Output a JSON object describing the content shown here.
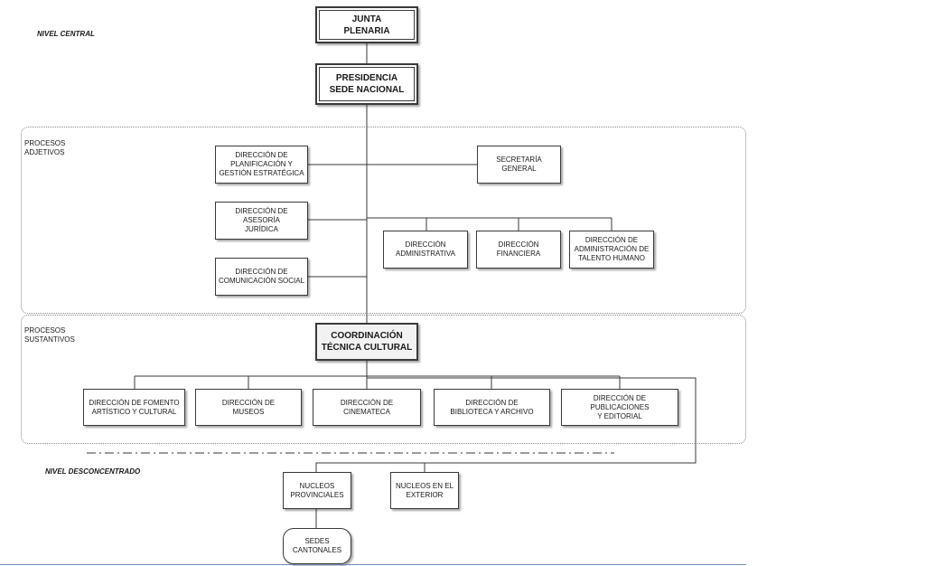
{
  "levels": {
    "central": "NIVEL CENTRAL",
    "desconcentrado": "NIVEL DESCONCENTRADO"
  },
  "regions": {
    "adjetivos": "PROCESOS\nADJETIVOS",
    "sustantivos": "PROCESOS\nSUSTANTIVOS"
  },
  "nodes": {
    "junta": "JUNTA\nPLENARIA",
    "presidencia": "PRESIDENCIA\nSEDE NACIONAL",
    "planificacion": "DIRECCIÓN DE\nPLANIFICACIÓN Y\nGESTIÓN ESTRATÉGICA",
    "secretaria": "SECRETARÍA\nGENERAL",
    "asesoria": "DIRECCIÓN DE ASESORÍA\nJURÍDICA",
    "administrativa": "DIRECCIÓN\nADMINISTRATIVA",
    "financiera": "DIRECCIÓN\nFINANCIERA",
    "talento": "DIRECCIÓN DE\nADMINISTRACIÓN DE\nTALENTO HUMANO",
    "comunicacion": "DIRECCIÓN DE\nCOMUNICACIÓN SOCIAL",
    "coordinacion": "COORDINACIÓN\nTÉCNICA CULTURAL",
    "fomento": "DIRECCIÓN DE FOMENTO\nARTÍSTICO Y CULTURAL",
    "museos": "DIRECCIÓN DE\nMUSEOS",
    "cinemateca": "DIRECCIÓN DE\nCINEMATECA",
    "biblioteca": "DIRECCIÓN DE\nBIBLIOTECA Y ARCHIVO",
    "publicaciones": "DIRECCIÓN DE PUBLICACIONES\nY EDITORIAL",
    "provinciales": "NUCLEOS\nPROVINCIALES",
    "exterior": "NUCLEOS EN EL\nEXTERIOR",
    "cantonales": "SEDES\nCANTONALES"
  },
  "colors": {
    "line": "#3a3a3a",
    "region_border": "#8a8a8a",
    "head_fill": "#f2f2f2",
    "bottom_rule": "#6d8fb8"
  }
}
